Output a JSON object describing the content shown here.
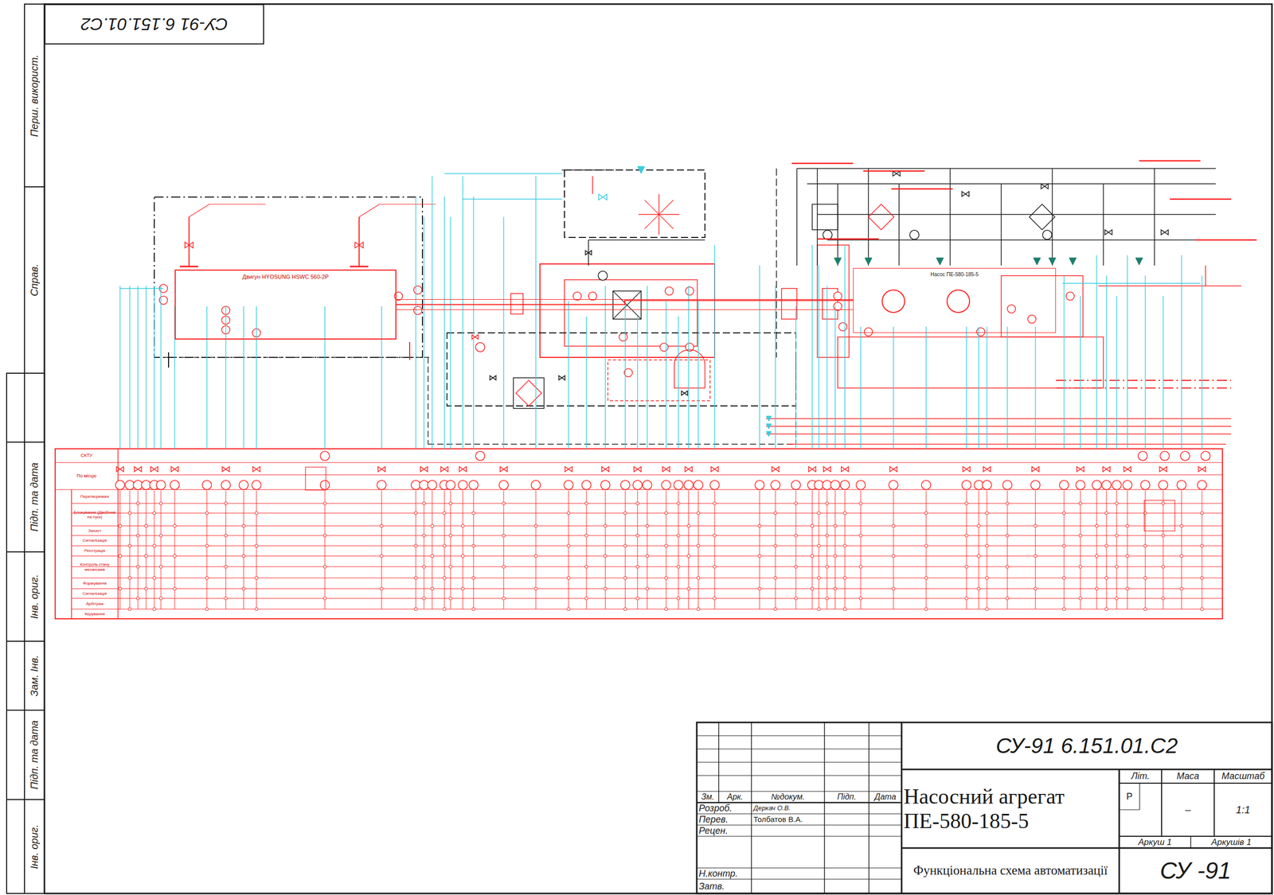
{
  "diagram": {
    "nodes": [
      {
        "text": [
          "СУ-91 6.151.01.С2"
        ]
      },
      {
        "text": [
          "Двигун HYOSUNG HSWC 560-2P"
        ]
      },
      {
        "text": [
          "Насос ПЕ-580-185-5"
        ]
      }
    ],
    "edges": [
      {
        "from": 1,
        "to": 2,
        "arrow": "none"
      }
    ],
    "labels": [
      "Перш. використ.",
      "Справ.",
      "Підп. та дата",
      "Інв. ориг.",
      "Зам. Інв.",
      "Підп. та дата",
      "Інв. ориг.",
      "Зм.",
      "Арк.",
      "№докум.",
      "Підп.",
      "Дата",
      "Розроб.",
      "Деркач О.В.",
      "Перев.",
      "Толбатов В.А.",
      "Рецен.",
      "Н.контр.",
      "Затв.",
      "СУ-91 6.151.01.С2",
      "Насосний агрегат ПЕ-580-185-5",
      "Літ.",
      "Маса",
      "Масштаб",
      "Р",
      "–",
      "1:1",
      "Аркуш 1",
      "Аркушів 1",
      "Функціональна схема автоматизації",
      "СУ -91",
      "СКТУ",
      "По місцю",
      "Перетворювачі",
      "Блокування (Двобічне на пуск)",
      "Захист",
      "Сигналізація",
      "Реєстрація",
      "Контроль стану механізмів",
      "Формування",
      "Сигналізація",
      "Арбітраж",
      "Керування"
    ]
  }
}
